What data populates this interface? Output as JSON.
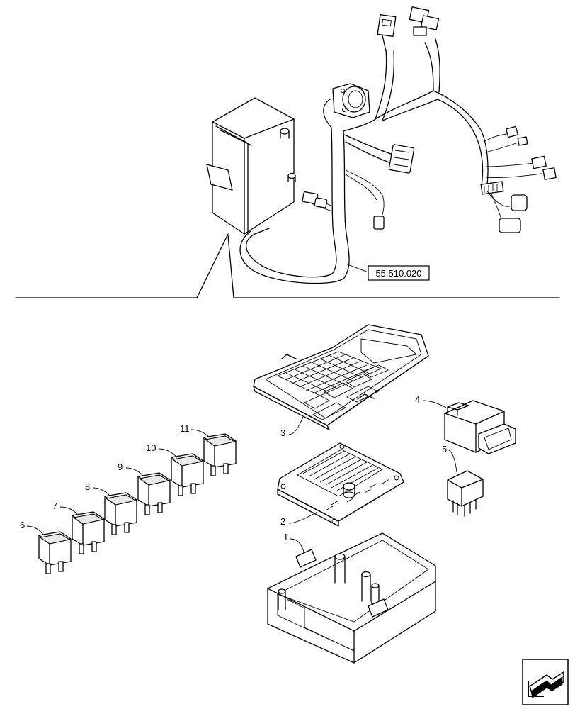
{
  "reference": {
    "label": "55.510.020"
  },
  "callouts": [
    {
      "id": "1",
      "label": "1"
    },
    {
      "id": "2",
      "label": "2"
    },
    {
      "id": "3",
      "label": "3"
    },
    {
      "id": "4",
      "label": "4"
    },
    {
      "id": "5",
      "label": "5"
    },
    {
      "id": "6",
      "label": "6"
    },
    {
      "id": "7",
      "label": "7"
    },
    {
      "id": "8",
      "label": "8"
    },
    {
      "id": "9",
      "label": "9"
    },
    {
      "id": "10",
      "label": "10"
    },
    {
      "id": "11",
      "label": "11"
    }
  ],
  "nav_icon": "next-page-arrow-icon"
}
